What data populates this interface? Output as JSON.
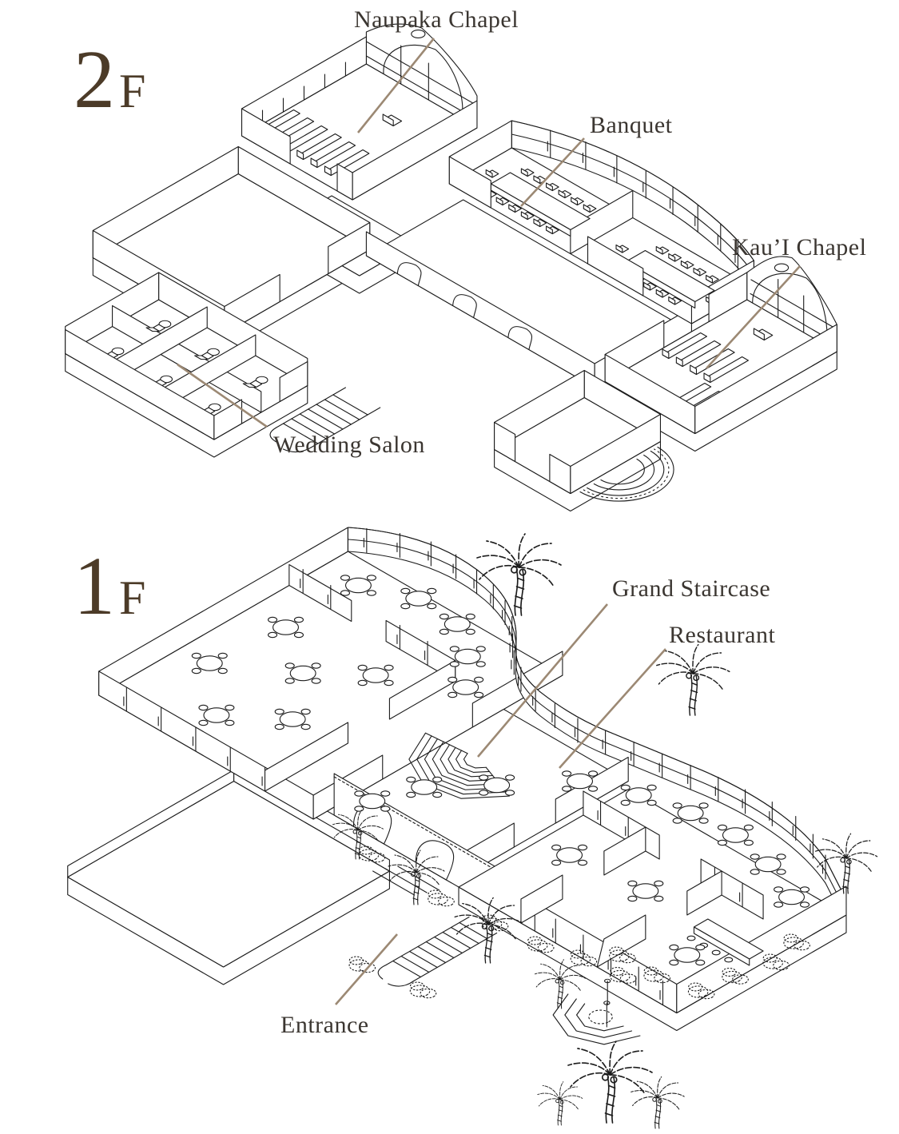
{
  "floors": [
    {
      "number": "2",
      "suffix": "F",
      "rooms": [
        {
          "name": "Naupaka Chapel"
        },
        {
          "name": "Banquet"
        },
        {
          "name": "Kau’I Chapel"
        },
        {
          "name": "Wedding Salon"
        }
      ]
    },
    {
      "number": "1",
      "suffix": "F",
      "rooms": [
        {
          "name": "Grand Staircase"
        },
        {
          "name": "Restaurant"
        },
        {
          "name": "Entrance"
        }
      ]
    }
  ],
  "colors": {
    "background": "#ffffff",
    "line_art": "#1c1c1c",
    "label_text": "#3b3631",
    "floor_number_text": "#4c3b28",
    "leader_line": "#9c8974"
  }
}
